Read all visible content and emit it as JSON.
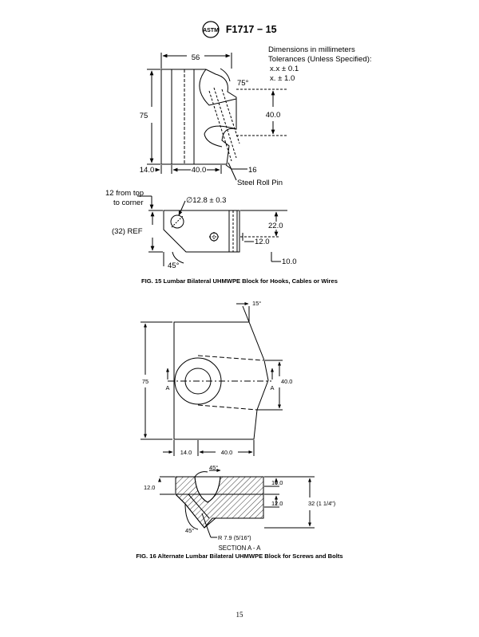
{
  "header": {
    "doc_id": "F1717 − 15",
    "logo_icon": "astm-logo-icon"
  },
  "fig15": {
    "caption": "FIG. 15 Lumbar Bilateral UHMWPE Block for Hooks, Cables or Wires",
    "notes": {
      "line1": "Dimensions in millimeters",
      "line2": "Tolerances (Unless Specified):",
      "line3": "x.x ± 0.1",
      "line4": "x. ± 1.0"
    },
    "dims": {
      "width": "56",
      "height": "75",
      "angle": "75°",
      "slot_spacing": "40.0",
      "left_offset": "14.0",
      "bottom_span": "40.0",
      "pin_depth": "16",
      "pin_label": "Steel Roll Pin",
      "from_top_1": "12 from top",
      "from_top_2": "to corner",
      "hole_dia": "∅12.8 ± 0.3",
      "ref": "(32) REF",
      "d22": "22.0",
      "d12": "12.0",
      "d10": "10.0",
      "chamfer": "45°"
    }
  },
  "fig16": {
    "caption": "FIG. 16 Alternate Lumbar Bilateral UHMWPE Block for Screws and Bolts",
    "dims": {
      "top_angle": "15°",
      "height": "75",
      "slot_spacing": "40.0",
      "section_left": "A",
      "section_right": "A",
      "left_offset": "14.0",
      "bottom_span": "40.0",
      "counterbore_angle": "45°",
      "sec_left": "12.0",
      "sec_top": "10.0",
      "sec_mid": "12.0",
      "thickness": "32 (1 1/4\")",
      "chamfer": "45°",
      "radius": "R 7.9 (5/16\")",
      "section_label": "SECTION A - A"
    }
  },
  "page_number": "15"
}
